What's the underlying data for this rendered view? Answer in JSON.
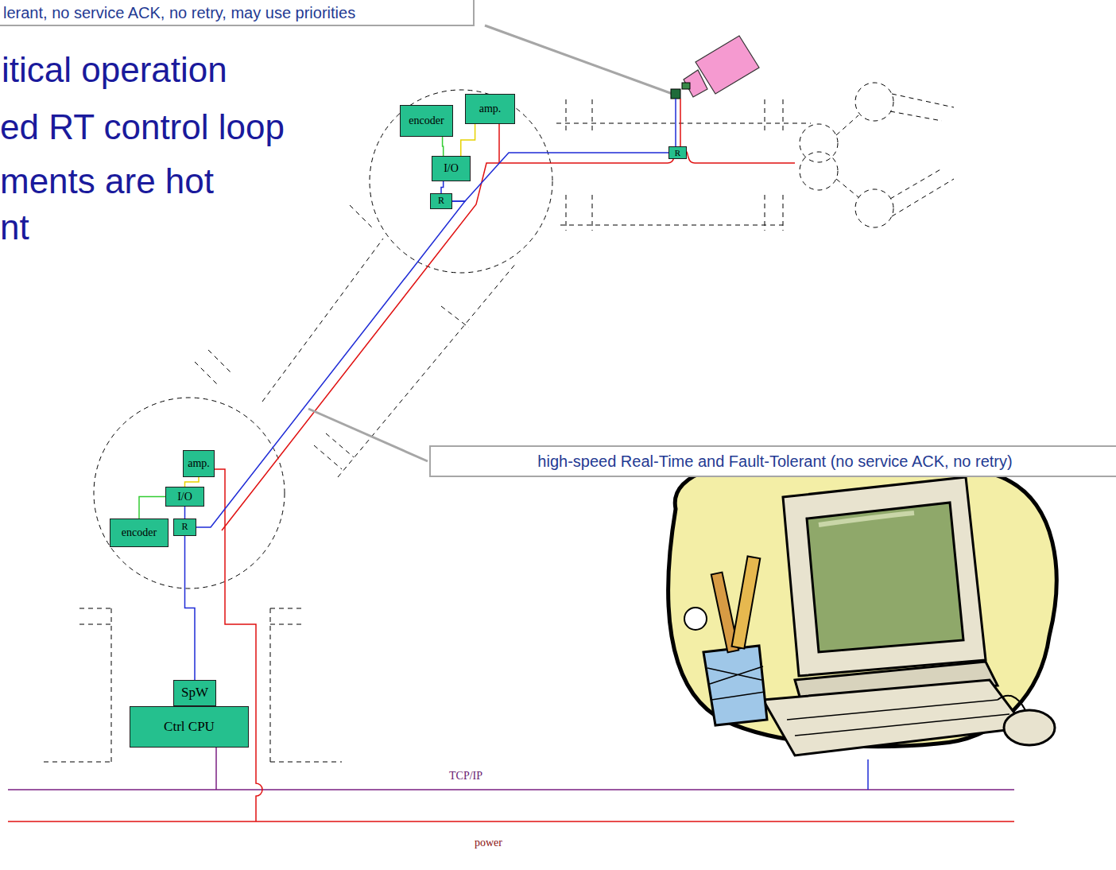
{
  "diagram": {
    "nodes": [
      {
        "text": [
          "lerant, no service ACK, no retry, may use priorities"
        ]
      },
      {
        "text": [
          "encoder"
        ]
      },
      {
        "text": [
          "amp."
        ]
      },
      {
        "text": [
          "I/O"
        ]
      },
      {
        "text": [
          "R"
        ]
      },
      {
        "text": [
          "R"
        ]
      },
      {
        "text": [
          "high-speed Real-Time and Fault-Tolerant (no service ACK, no retry)"
        ]
      },
      {
        "text": [
          "amp."
        ]
      },
      {
        "text": [
          "I/O"
        ]
      },
      {
        "text": [
          "encoder"
        ]
      },
      {
        "text": [
          "R"
        ]
      },
      {
        "text": [
          "SpW"
        ]
      },
      {
        "text": [
          "Ctrl CPU"
        ]
      }
    ],
    "edges": [
      {
        "from": 1,
        "to": 3,
        "arrow": "none"
      },
      {
        "from": 2,
        "to": 3,
        "arrow": "none"
      },
      {
        "from": 3,
        "to": 4,
        "arrow": "none"
      },
      {
        "from": 4,
        "to": 5,
        "arrow": "none"
      },
      {
        "from": 10,
        "to": 4,
        "arrow": "none"
      },
      {
        "from": 9,
        "to": 8,
        "arrow": "none"
      },
      {
        "from": 7,
        "to": 8,
        "arrow": "none"
      },
      {
        "from": 8,
        "to": 10,
        "arrow": "none"
      },
      {
        "from": 11,
        "to": 10,
        "arrow": "none"
      }
    ],
    "labels": [
      "itical operation",
      "ed RT control loop",
      "ments are hot",
      "nt",
      "TCP/IP",
      "power"
    ]
  }
}
